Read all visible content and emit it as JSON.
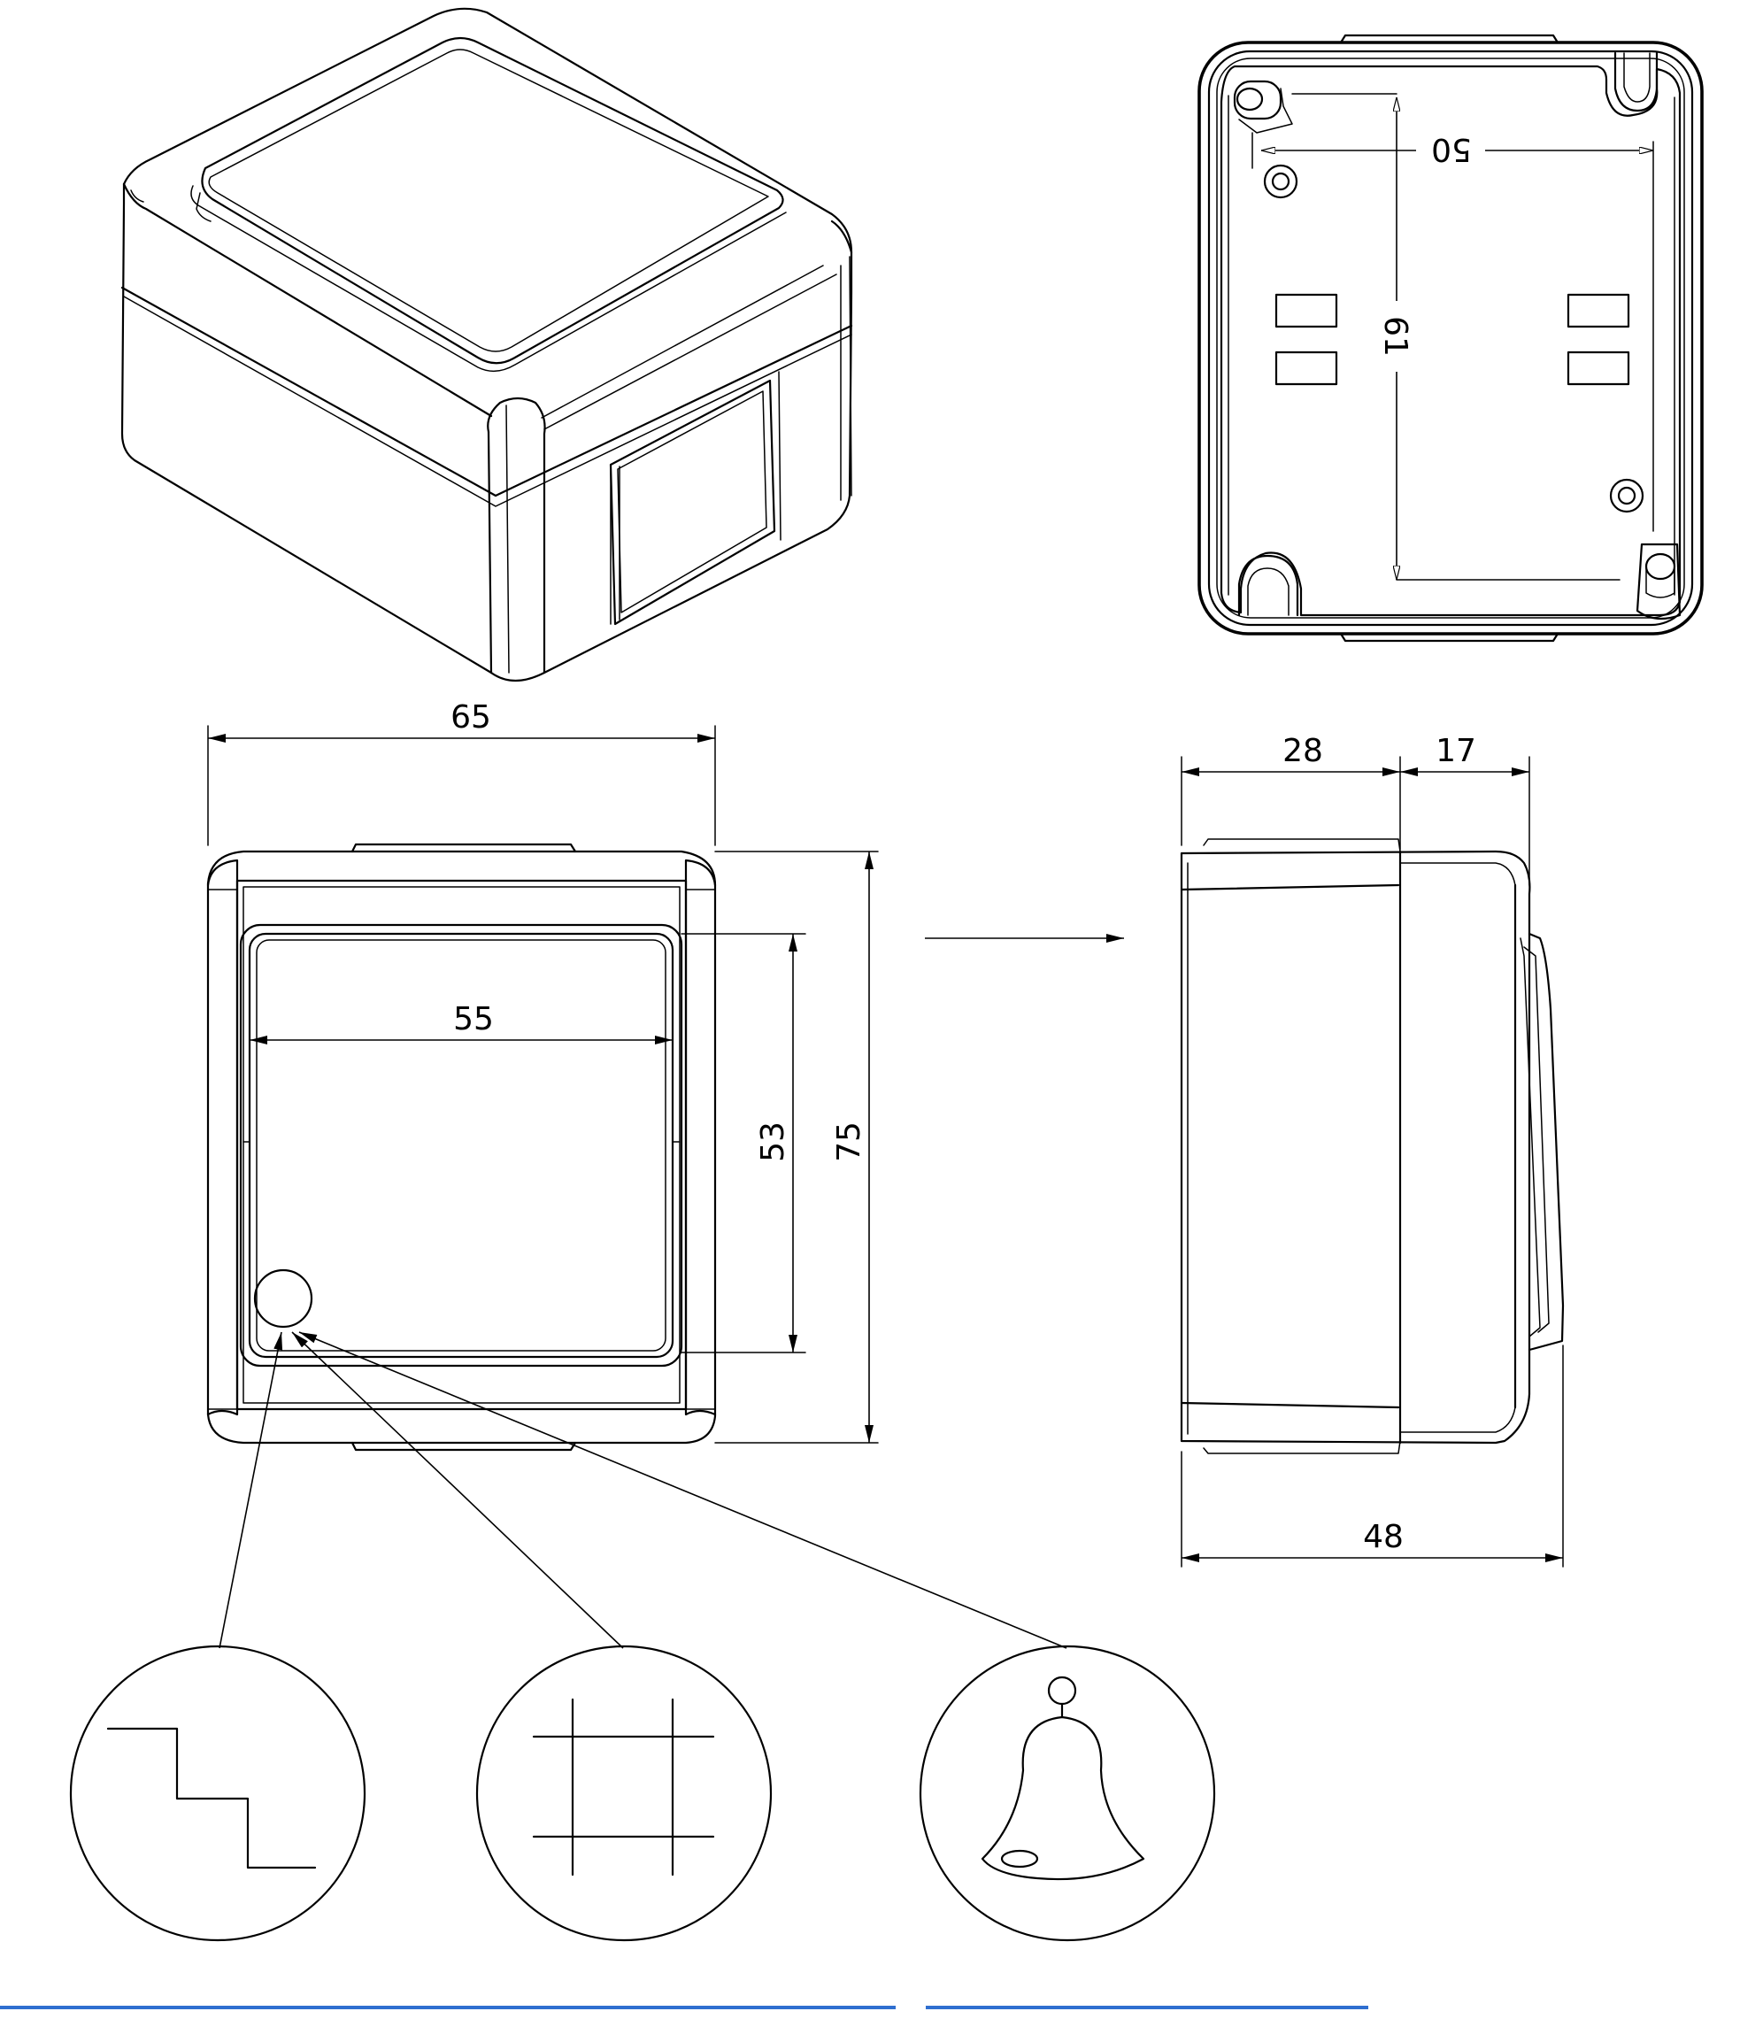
{
  "dimensions": {
    "front_width": "65",
    "front_height": "75",
    "inner_width": "55",
    "inner_height": "53",
    "back_horizontal": "50",
    "back_vertical": "61",
    "side_body_depth": "28",
    "side_cover_depth": "17",
    "side_total_depth": "48"
  },
  "symbols": [
    {
      "name": "two-way-switch-symbol"
    },
    {
      "name": "cross-switch-symbol"
    },
    {
      "name": "bell-push-symbol"
    }
  ],
  "colors": {
    "line": "#000000",
    "accent_bar": "#2f6fd0"
  }
}
